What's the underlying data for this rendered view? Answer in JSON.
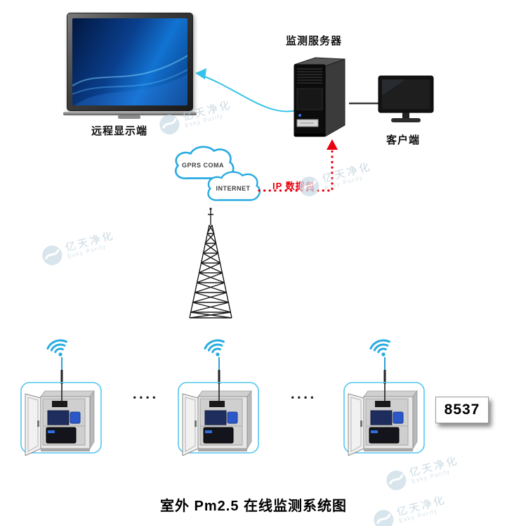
{
  "title": "室外 Pm2.5 在线监测系统图",
  "nodes": {
    "remote_display_label": "远程显示端",
    "server_label": "监测服务器",
    "client_label": "客户端",
    "gprs_cloud_label": "GPRS COMA",
    "internet_cloud_label": "INTERNET",
    "ip_packet_label": "IP 数据包",
    "device_model": "8537",
    "ellipsis_left": "••••",
    "ellipsis_right": "••••"
  },
  "watermark": {
    "cn": "亿天净化",
    "en": "Esky Purify"
  },
  "colors": {
    "cloud_stroke": "#29abe2",
    "arrow_red": "#e8000d",
    "wifi_blue": "#29abe2",
    "connector_cyan": "#35c4e8",
    "screen_blue": "#0a3f8d"
  }
}
